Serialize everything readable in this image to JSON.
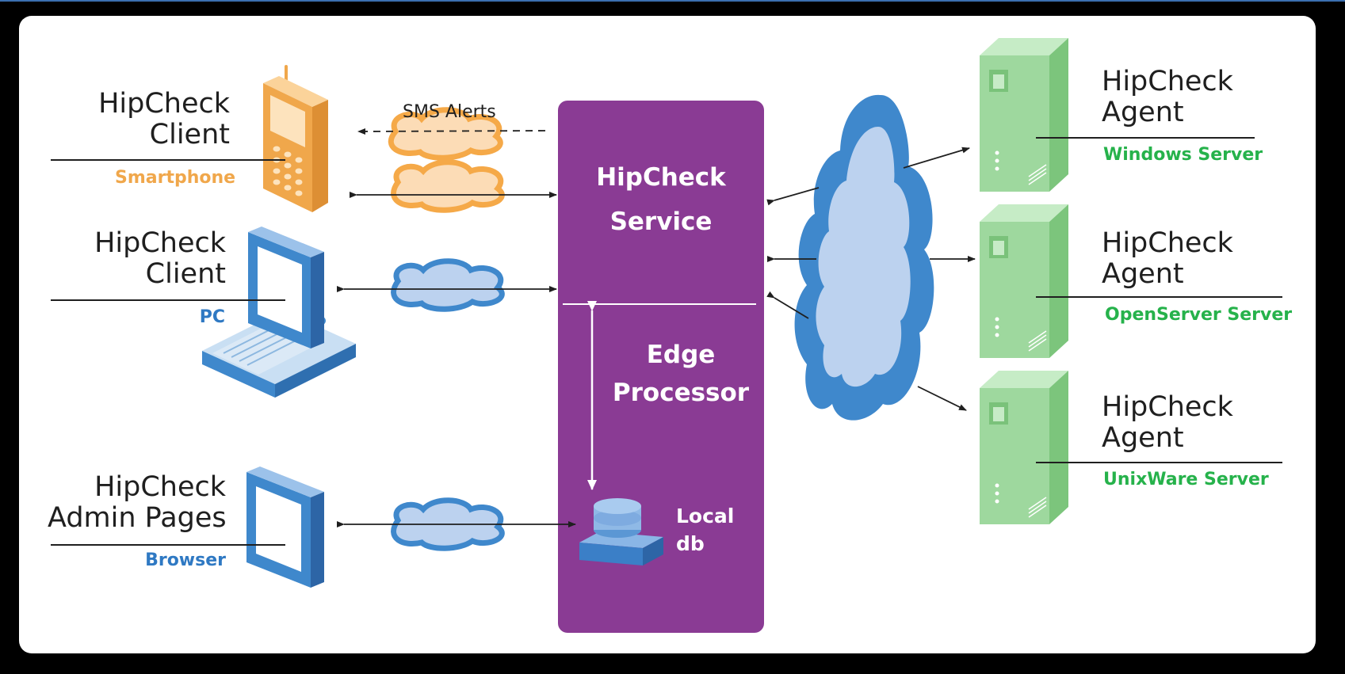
{
  "clients": [
    {
      "id": "smartphone",
      "line1": "HipCheck",
      "line2": "Client",
      "device": "Smartphone"
    },
    {
      "id": "pc",
      "line1": "HipCheck",
      "line2": "Client",
      "device": "PC"
    },
    {
      "id": "browser",
      "line1": "HipCheck",
      "line2": "Admin Pages",
      "device": "Browser"
    }
  ],
  "sms_label": "SMS Alerts",
  "center": {
    "service_line1": "HipCheck",
    "service_line2": "Service",
    "edge_line1": "Edge",
    "edge_line2": "Processor",
    "db_line1": "Local",
    "db_line2": "db"
  },
  "agents": [
    {
      "id": "windows",
      "line1": "HipCheck",
      "line2": "Agent",
      "os": "Windows Server"
    },
    {
      "id": "openserver",
      "line1": "HipCheck",
      "line2": "Agent",
      "os": "OpenServer Server"
    },
    {
      "id": "unixware",
      "line1": "HipCheck",
      "line2": "Agent",
      "os": "UnixWare Server"
    }
  ],
  "colors": {
    "hub_purple": "#8a3b94",
    "phone_orange": "#f0a74b",
    "device_blue": "#3f88cc",
    "server_green": "#8fd08f",
    "agent_label_green": "#26b24b",
    "cloud_blue": "#3f88cc"
  }
}
